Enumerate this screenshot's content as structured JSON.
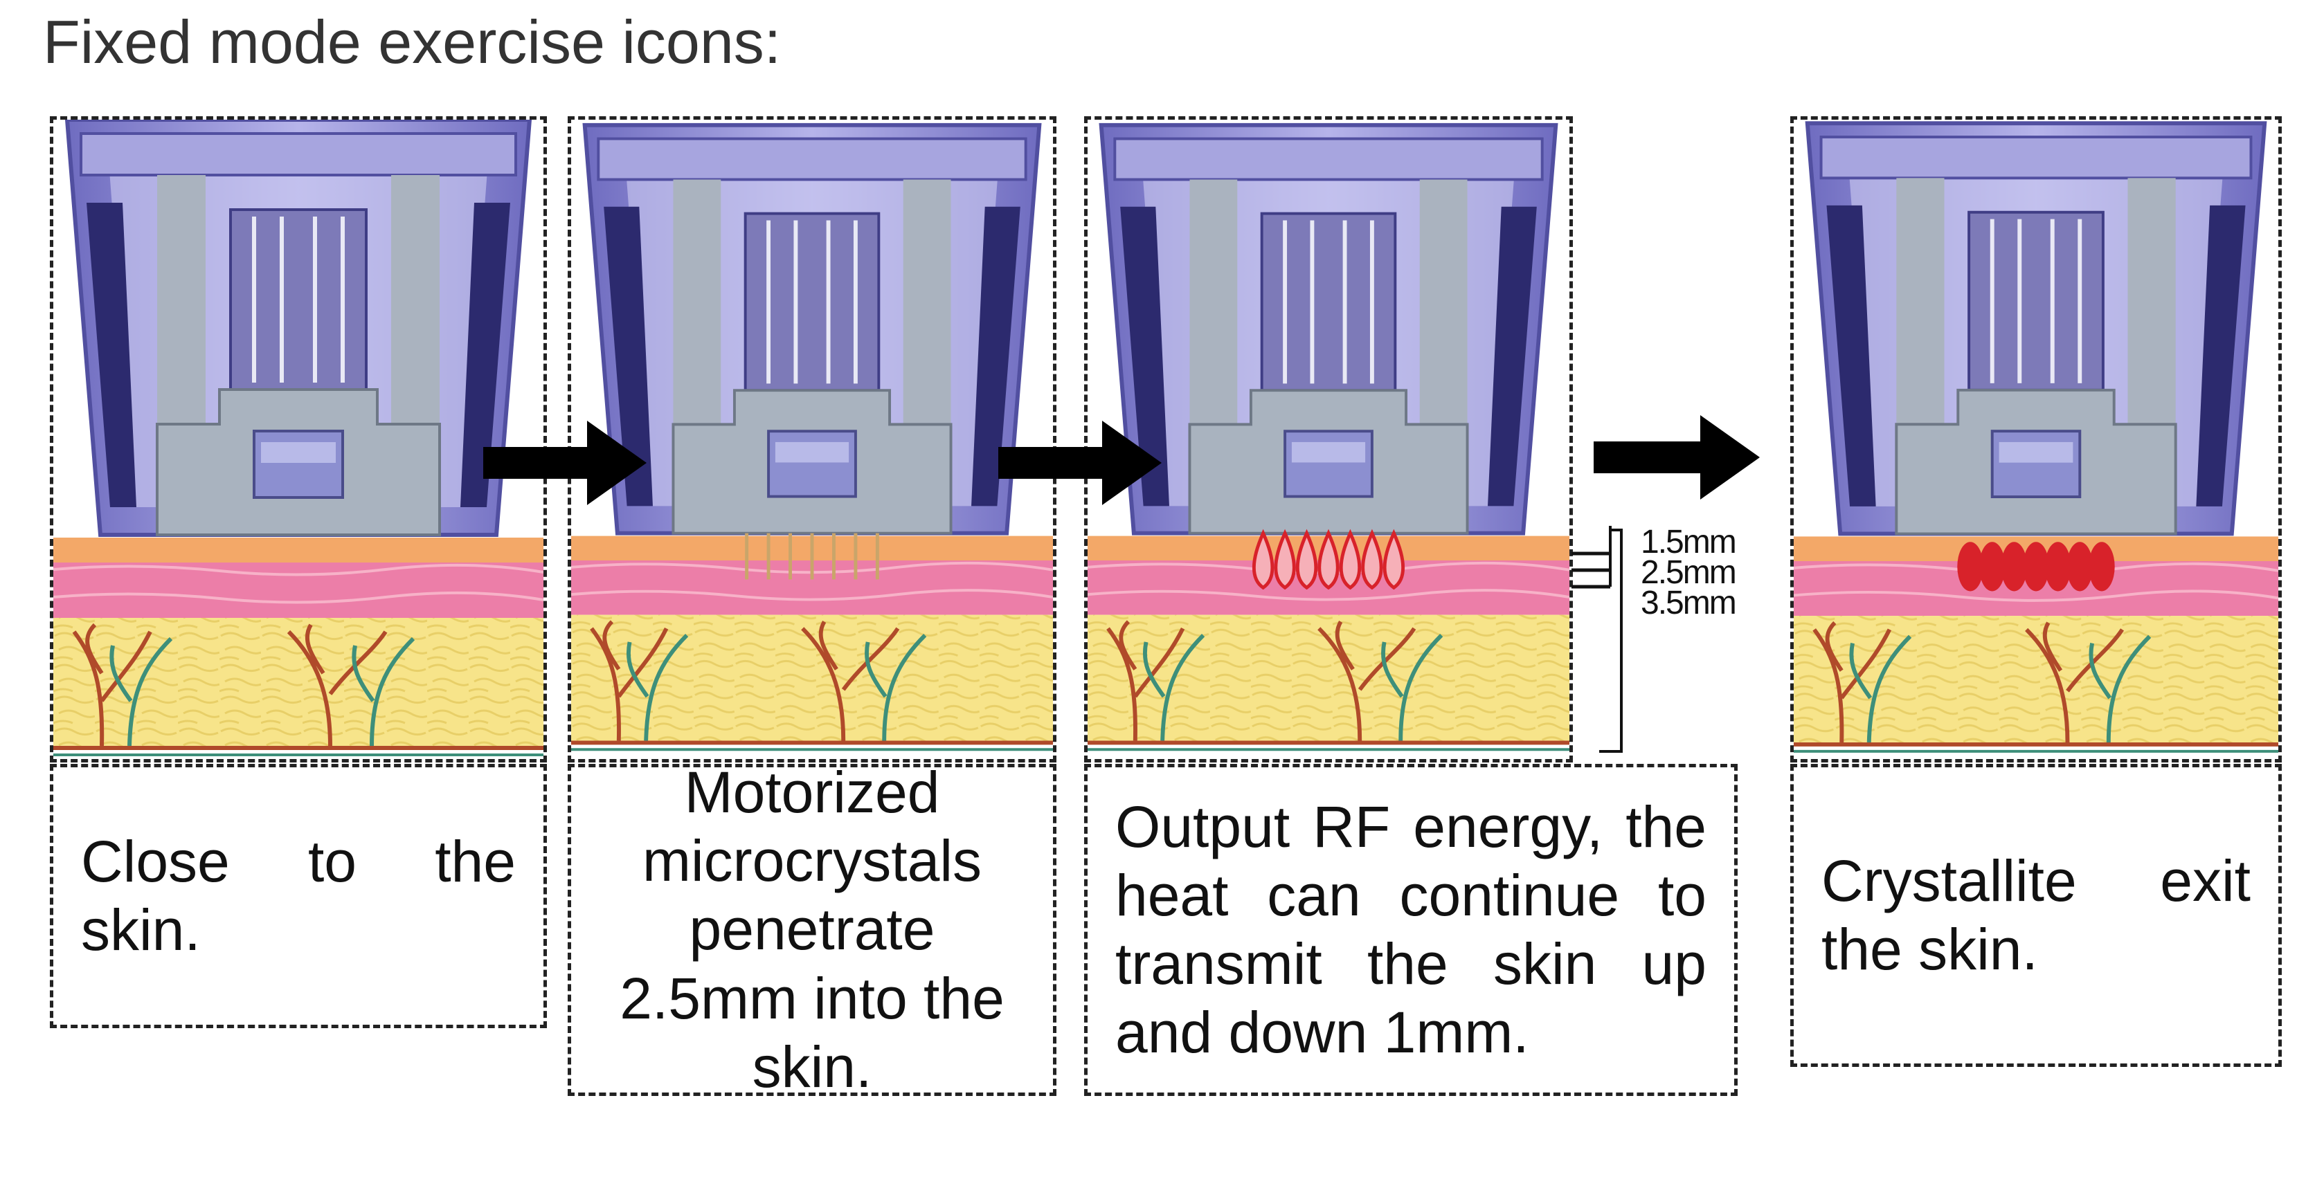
{
  "title": "Fixed mode exercise icons:",
  "captions": [
    "Close to the skin.",
    "Motorized microcrystals penetrate 2.5mm into the skin.",
    "Output RF energy, the heat can continue to transmit the skin up and down 1mm.",
    "Crystallite exit the skin."
  ],
  "depth_scale": [
    "1.5mm",
    "2.5mm",
    "3.5mm"
  ],
  "colors": {
    "housing": "#9d9ad8",
    "housing_dark": "#2c2a6e",
    "chip": "#a9b3bf",
    "epidermis": "#f3a868",
    "dermis": "#ec7ea8",
    "fat": "#f7e48a",
    "energy": "#d8222a",
    "arrow": "#000000"
  },
  "panels": [
    {
      "state": "probe-above-skin"
    },
    {
      "state": "needles-inserted"
    },
    {
      "state": "rf-energy-output"
    },
    {
      "state": "needles-retracted"
    }
  ]
}
